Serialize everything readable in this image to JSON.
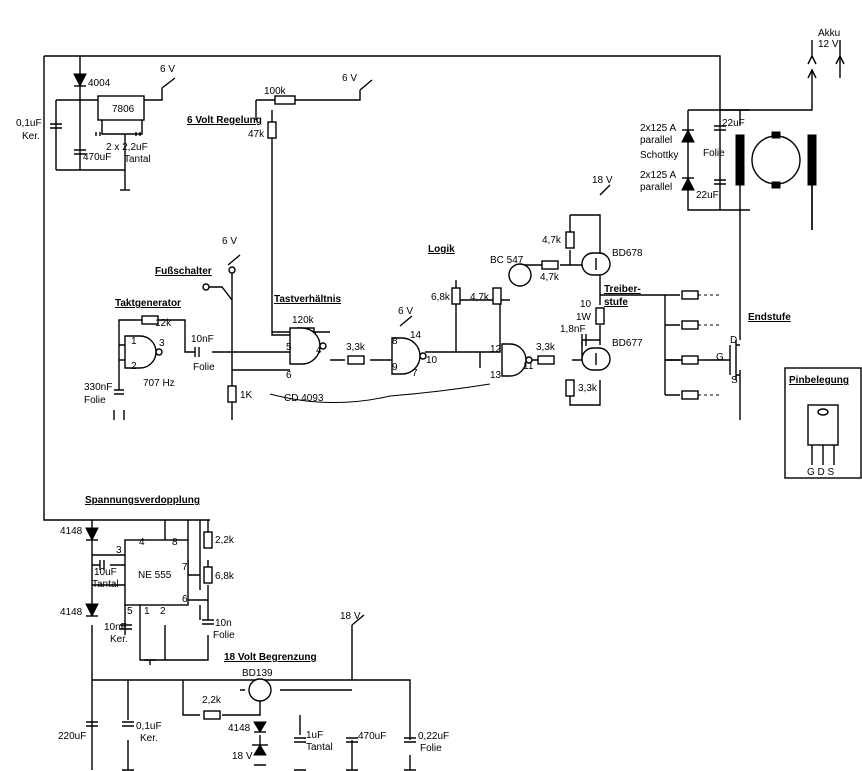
{
  "blocks": {
    "regulation": "6 Volt Regelung",
    "clock": "Taktgenerator",
    "duty": "Tastverhältnis",
    "footswitch": "Fußschalter",
    "logic": "Logik",
    "driver_line1": "Treiber-",
    "driver_line2": "stufe",
    "output_stage": "Endstufe",
    "pinout": "Pinbelegung",
    "doubler": "Spannungsverdopplung",
    "limit": "18 Volt Begrenzung"
  },
  "supply": {
    "battery_line1": "Akku",
    "battery_line2": "12 V",
    "v6": "6 V",
    "v18": "18 V"
  },
  "regulator": {
    "diode": "4004",
    "cap_a1": "0,1uF",
    "cap_a2": "Ker.",
    "cap_b": "470uF",
    "ic": "7806",
    "tantal_line1": "2 x 2,2uF",
    "tantal_line2": "Tantal"
  },
  "clock_gen": {
    "r": "12k",
    "pin1": "1",
    "pin2": "2",
    "pin3": "3",
    "freq": "707 Hz",
    "cap_line1": "330nF",
    "cap_line2": "Folie",
    "couple_line1": "10nF",
    "couple_line2": "Folie"
  },
  "duty_cycle": {
    "pot": "100k",
    "r_series": "47k",
    "r_fb": "120k",
    "pin5": "5",
    "pin4": "4",
    "pin6": "6",
    "r_pulldown": "1K",
    "ic_name": "CD 4093",
    "r_out": "3,3k"
  },
  "logic_gates": {
    "pin8": "8",
    "pin9": "9",
    "pin14": "14",
    "pin7": "7",
    "pin10": "10",
    "pin12": "12",
    "pin13": "13",
    "pin11": "11",
    "r_68k": "6,8k",
    "r_47k": "4,7k",
    "r_out": "3,3k",
    "transistor": "BC 547"
  },
  "driver": {
    "r_top": "4,7k",
    "r_base": "4,7k",
    "q_top": "BD678",
    "r_mid_line1": "10",
    "r_mid_line2": "1W",
    "cap": "1,8nF",
    "q_bottom": "BD677",
    "r_bottom": "3,3k"
  },
  "power_stage": {
    "diode_top_line1": "2x125 A",
    "diode_top_line2": "parallel",
    "schottky": "Schottky",
    "diode_bot_line1": "2x125 A",
    "diode_bot_line2": "parallel",
    "cap_top": "22uF",
    "cap_mid": "Folie",
    "cap_bot": "22uF",
    "drain": "D",
    "gate": "G",
    "source": "S",
    "pins": "G D S"
  },
  "voltage_doubler": {
    "diode_a": "4148",
    "diode_b": "4148",
    "ic": "NE 555",
    "pin3": "3",
    "pin4": "4",
    "pin8": "8",
    "pin7": "7",
    "pin6": "6",
    "pin5": "5",
    "pin1": "1",
    "pin2": "2",
    "cap_a_line1": "10uF",
    "cap_a_line2": "Tantal",
    "cap_b_line1": "10nF",
    "cap_b_line2": "Ker.",
    "r_a": "2,2k",
    "r_b": "6,8k",
    "cap_c_line1": "10n",
    "cap_c_line2": "Folie"
  },
  "limiter": {
    "transistor": "BD139",
    "r": "2,2k",
    "diode": "4148",
    "zener": "18 V",
    "cap_a": "220uF",
    "cap_b_line1": "0,1uF",
    "cap_b_line2": "Ker.",
    "cap_c_line1": "1uF",
    "cap_c_line2": "Tantal",
    "cap_d": "470uF",
    "cap_e_line1": "0,22uF",
    "cap_e_line2": "Folie"
  }
}
